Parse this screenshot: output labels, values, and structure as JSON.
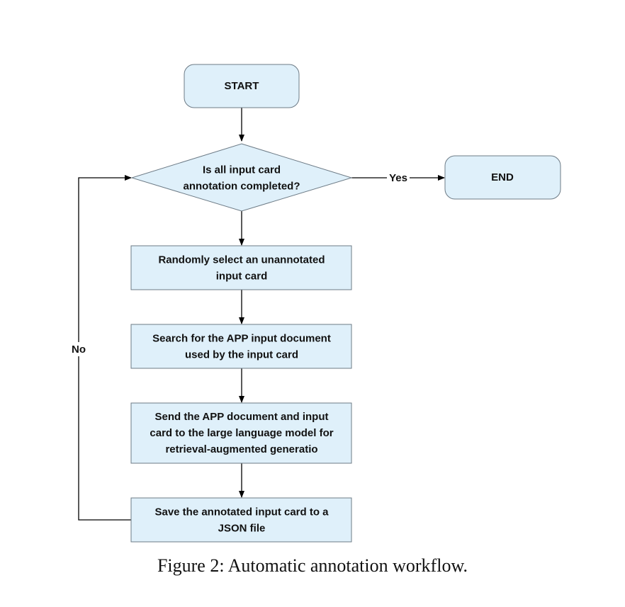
{
  "diagram": {
    "nodes": {
      "start": {
        "lines": [
          "START"
        ]
      },
      "decision": {
        "lines": [
          "Is all input card",
          "annotation completed?"
        ]
      },
      "end": {
        "lines": [
          "END"
        ]
      },
      "step1": {
        "lines": [
          "Randomly select an unannotated",
          "input card"
        ]
      },
      "step2": {
        "lines": [
          "Search for the APP input document",
          "used by the input card"
        ]
      },
      "step3": {
        "lines": [
          "Send the APP document and input",
          "card to the large language model for",
          "retrieval-augmented generatio"
        ]
      },
      "step4": {
        "lines": [
          "Save the annotated input card to a",
          "JSON file"
        ]
      }
    },
    "edge_labels": {
      "yes": "Yes",
      "no": "No"
    },
    "colors": {
      "node_fill": "#dff0fa",
      "node_stroke": "#6d7b86",
      "edge": "#000000"
    }
  },
  "caption": "Figure 2: Automatic annotation workflow."
}
